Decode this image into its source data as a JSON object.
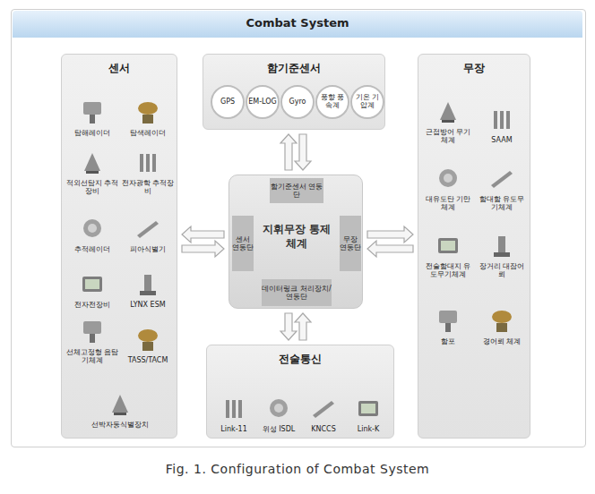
{
  "diagram": {
    "title": "Combat System",
    "caption": "Fig. 1. Configuration of Combat System",
    "nodes": [
      {
        "text": [
          "센서"
        ]
      },
      {
        "text": [
          "탐해레이더"
        ],
        "in": 0
      },
      {
        "text": [
          "탐색레이더"
        ],
        "in": 0
      },
      {
        "text": [
          "적외선탐지 추적장비"
        ],
        "in": 0
      },
      {
        "text": [
          "전자광학 추적장비"
        ],
        "in": 0
      },
      {
        "text": [
          "추적레이더"
        ],
        "in": 0
      },
      {
        "text": [
          "피아식별기"
        ],
        "in": 0
      },
      {
        "text": [
          "전자전장비"
        ],
        "in": 0
      },
      {
        "text": [
          "LYNX ESM"
        ],
        "in": 0
      },
      {
        "text": [
          "선체고정형 음탐기체계"
        ],
        "in": 0
      },
      {
        "text": [
          "TASS/TACM"
        ],
        "in": 0
      },
      {
        "text": [
          "선박자동식별장치"
        ],
        "in": 0
      },
      {
        "text": [
          "함기준센서"
        ]
      },
      {
        "text": [
          "GPS"
        ],
        "in": 12
      },
      {
        "text": [
          "EM-LOG"
        ],
        "in": 12
      },
      {
        "text": [
          "Gyro"
        ],
        "in": 12
      },
      {
        "text": [
          "풍향 풍속계"
        ],
        "in": 12
      },
      {
        "text": [
          "기온 기압계"
        ],
        "in": 12
      },
      {
        "text": [
          "무장"
        ]
      },
      {
        "text": [
          "근접방어 무기체계"
        ],
        "in": 18
      },
      {
        "text": [
          "SAAM"
        ],
        "in": 18
      },
      {
        "text": [
          "대유도탄 기만체계"
        ],
        "in": 18
      },
      {
        "text": [
          "함대함 유도무기체계"
        ],
        "in": 18
      },
      {
        "text": [
          "전술함대지 유도무기체계"
        ],
        "in": 18
      },
      {
        "text": [
          "장거리 대잠어뢰"
        ],
        "in": 18
      },
      {
        "text": [
          "함포"
        ],
        "in": 18
      },
      {
        "text": [
          "경어뢰 체계"
        ],
        "in": 18
      },
      {
        "text": [
          "전술통신"
        ]
      },
      {
        "text": [
          "Link-11"
        ],
        "in": 27
      },
      {
        "text": [
          "위성 ISDL"
        ],
        "in": 27
      },
      {
        "text": [
          "KNCCS"
        ],
        "in": 27
      },
      {
        "text": [
          "Link-K"
        ],
        "in": 27
      },
      {
        "text": [
          "지휘무장 통제체계"
        ]
      },
      {
        "text": [
          "함기준센서 연동단"
        ],
        "in": 32
      },
      {
        "text": [
          "센서 연동단"
        ],
        "in": 32
      },
      {
        "text": [
          "무장 연동단"
        ],
        "in": 32
      },
      {
        "text": [
          "데이터링크 처리장치/연동단"
        ],
        "in": 32
      }
    ],
    "edges": [
      {
        "from": 32,
        "to": 12,
        "arrow": "both"
      },
      {
        "from": 32,
        "to": 0,
        "arrow": "both"
      },
      {
        "from": 32,
        "to": 18,
        "arrow": "both"
      },
      {
        "from": 32,
        "to": 27,
        "arrow": "both"
      }
    ]
  }
}
